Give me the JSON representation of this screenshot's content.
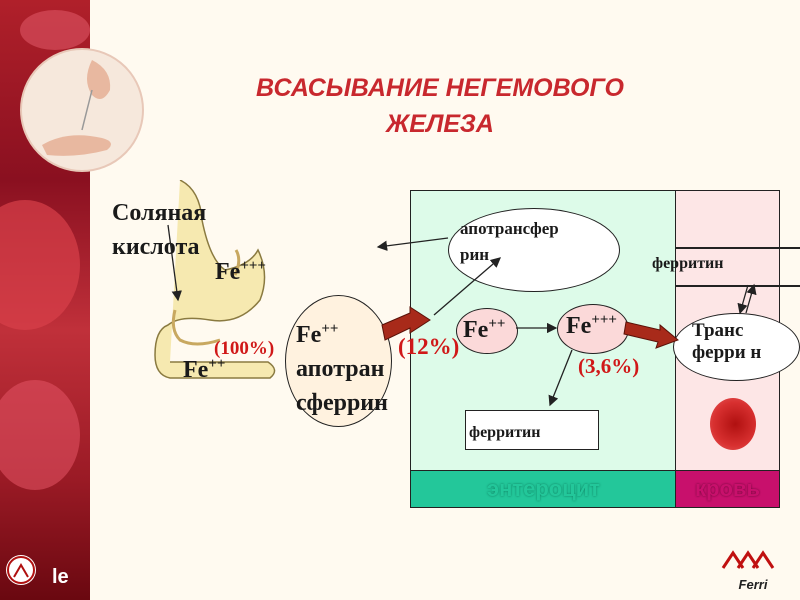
{
  "slide": {
    "title_line1": "ВСАСЫВАНИЕ НЕГЕМОВОГО",
    "title_line2": "ЖЕЛЕЗА"
  },
  "stomach": {
    "acid_line1": "Соляная",
    "acid_line2": "кислота",
    "fe3": "Fe",
    "fe3_sup": "+++",
    "fe2": "Fe",
    "fe2_sup": "++",
    "pct": "(100%)"
  },
  "lumen": {
    "fe": "Fe",
    "fe_sup": "++",
    "carrier_line1": "апотран",
    "carrier_line2": "сферрин"
  },
  "enterocyte": {
    "apotransferrin_line1": "апотрансфер",
    "apotransferrin_line2": "рин",
    "pct_in": "(12%)",
    "fe2": "Fe",
    "fe2_sup": "++",
    "fe3": "Fe",
    "fe3_sup": "+++",
    "pct_out": "(3,6%)",
    "ferritin": "ферритин",
    "label": "энтероцит"
  },
  "blood": {
    "ferritin": "ферритин",
    "transferrin_overlap": "Транс ферри н",
    "label": "кровь"
  },
  "footer": {
    "left_text": "le",
    "logo_text": "Ferri"
  },
  "colors": {
    "title": "#c8282e",
    "enterocyte_bg": "#ddfbe9",
    "blood_bg": "#fde6e6",
    "enterocyte_bar": "#23c79a",
    "blood_bar": "#c8106c",
    "arrow_red": "#a82a1a"
  }
}
